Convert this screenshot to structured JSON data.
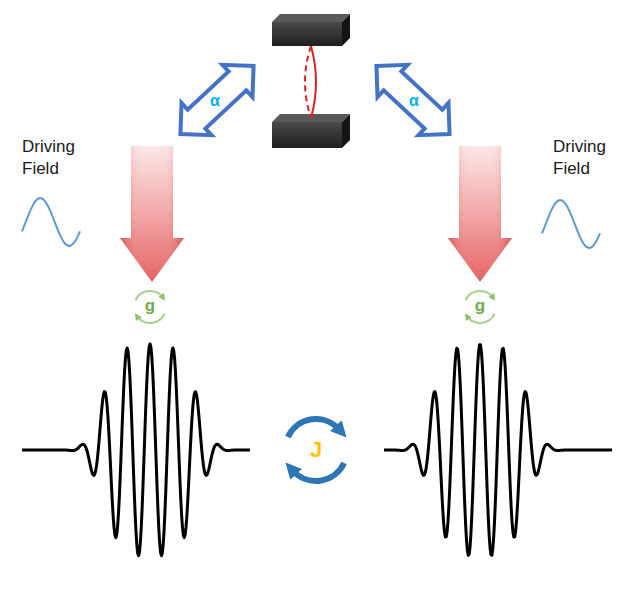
{
  "diagram": {
    "labels": [
      "α",
      "α",
      "Driving Field",
      "Driving Field",
      "g",
      "g",
      "J"
    ]
  }
}
